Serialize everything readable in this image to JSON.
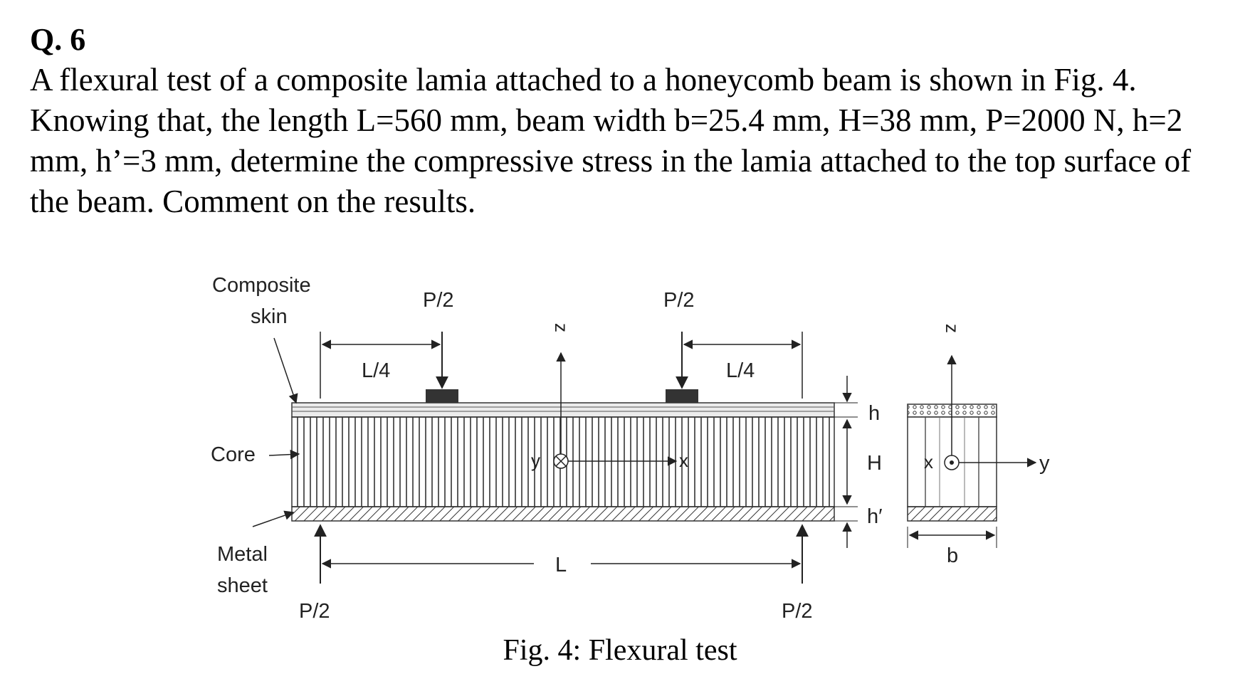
{
  "question": {
    "number": "Q. 6",
    "text": "A flexural test of a composite lamia attached to a honeycomb beam is shown in Fig. 4. Knowing that, the length L=560 mm, beam width b=25.4 mm, H=38 mm, P=2000 N, h=2 mm, h’=3 mm, determine the compressive stress in the lamia attached to the top surface of the beam. Comment on the results."
  },
  "figure": {
    "caption": "Fig. 4: Flexural test",
    "labels": {
      "composite_line1": "Composite",
      "composite_line2": "skin",
      "core": "Core",
      "metal_line1": "Metal",
      "metal_line2": "sheet",
      "load_left": "P/2",
      "load_right": "P/2",
      "reaction_left": "P/2",
      "reaction_right": "P/2",
      "quarter_left": "L/4",
      "quarter_right": "L/4",
      "span": "L",
      "axis_z": "z",
      "axis_y": "y",
      "axis_x": "x",
      "dim_h": "h",
      "dim_H": "H",
      "dim_hprime": "h′",
      "section_z": "z",
      "section_x": "x",
      "section_y": "y",
      "section_b": "b"
    }
  }
}
